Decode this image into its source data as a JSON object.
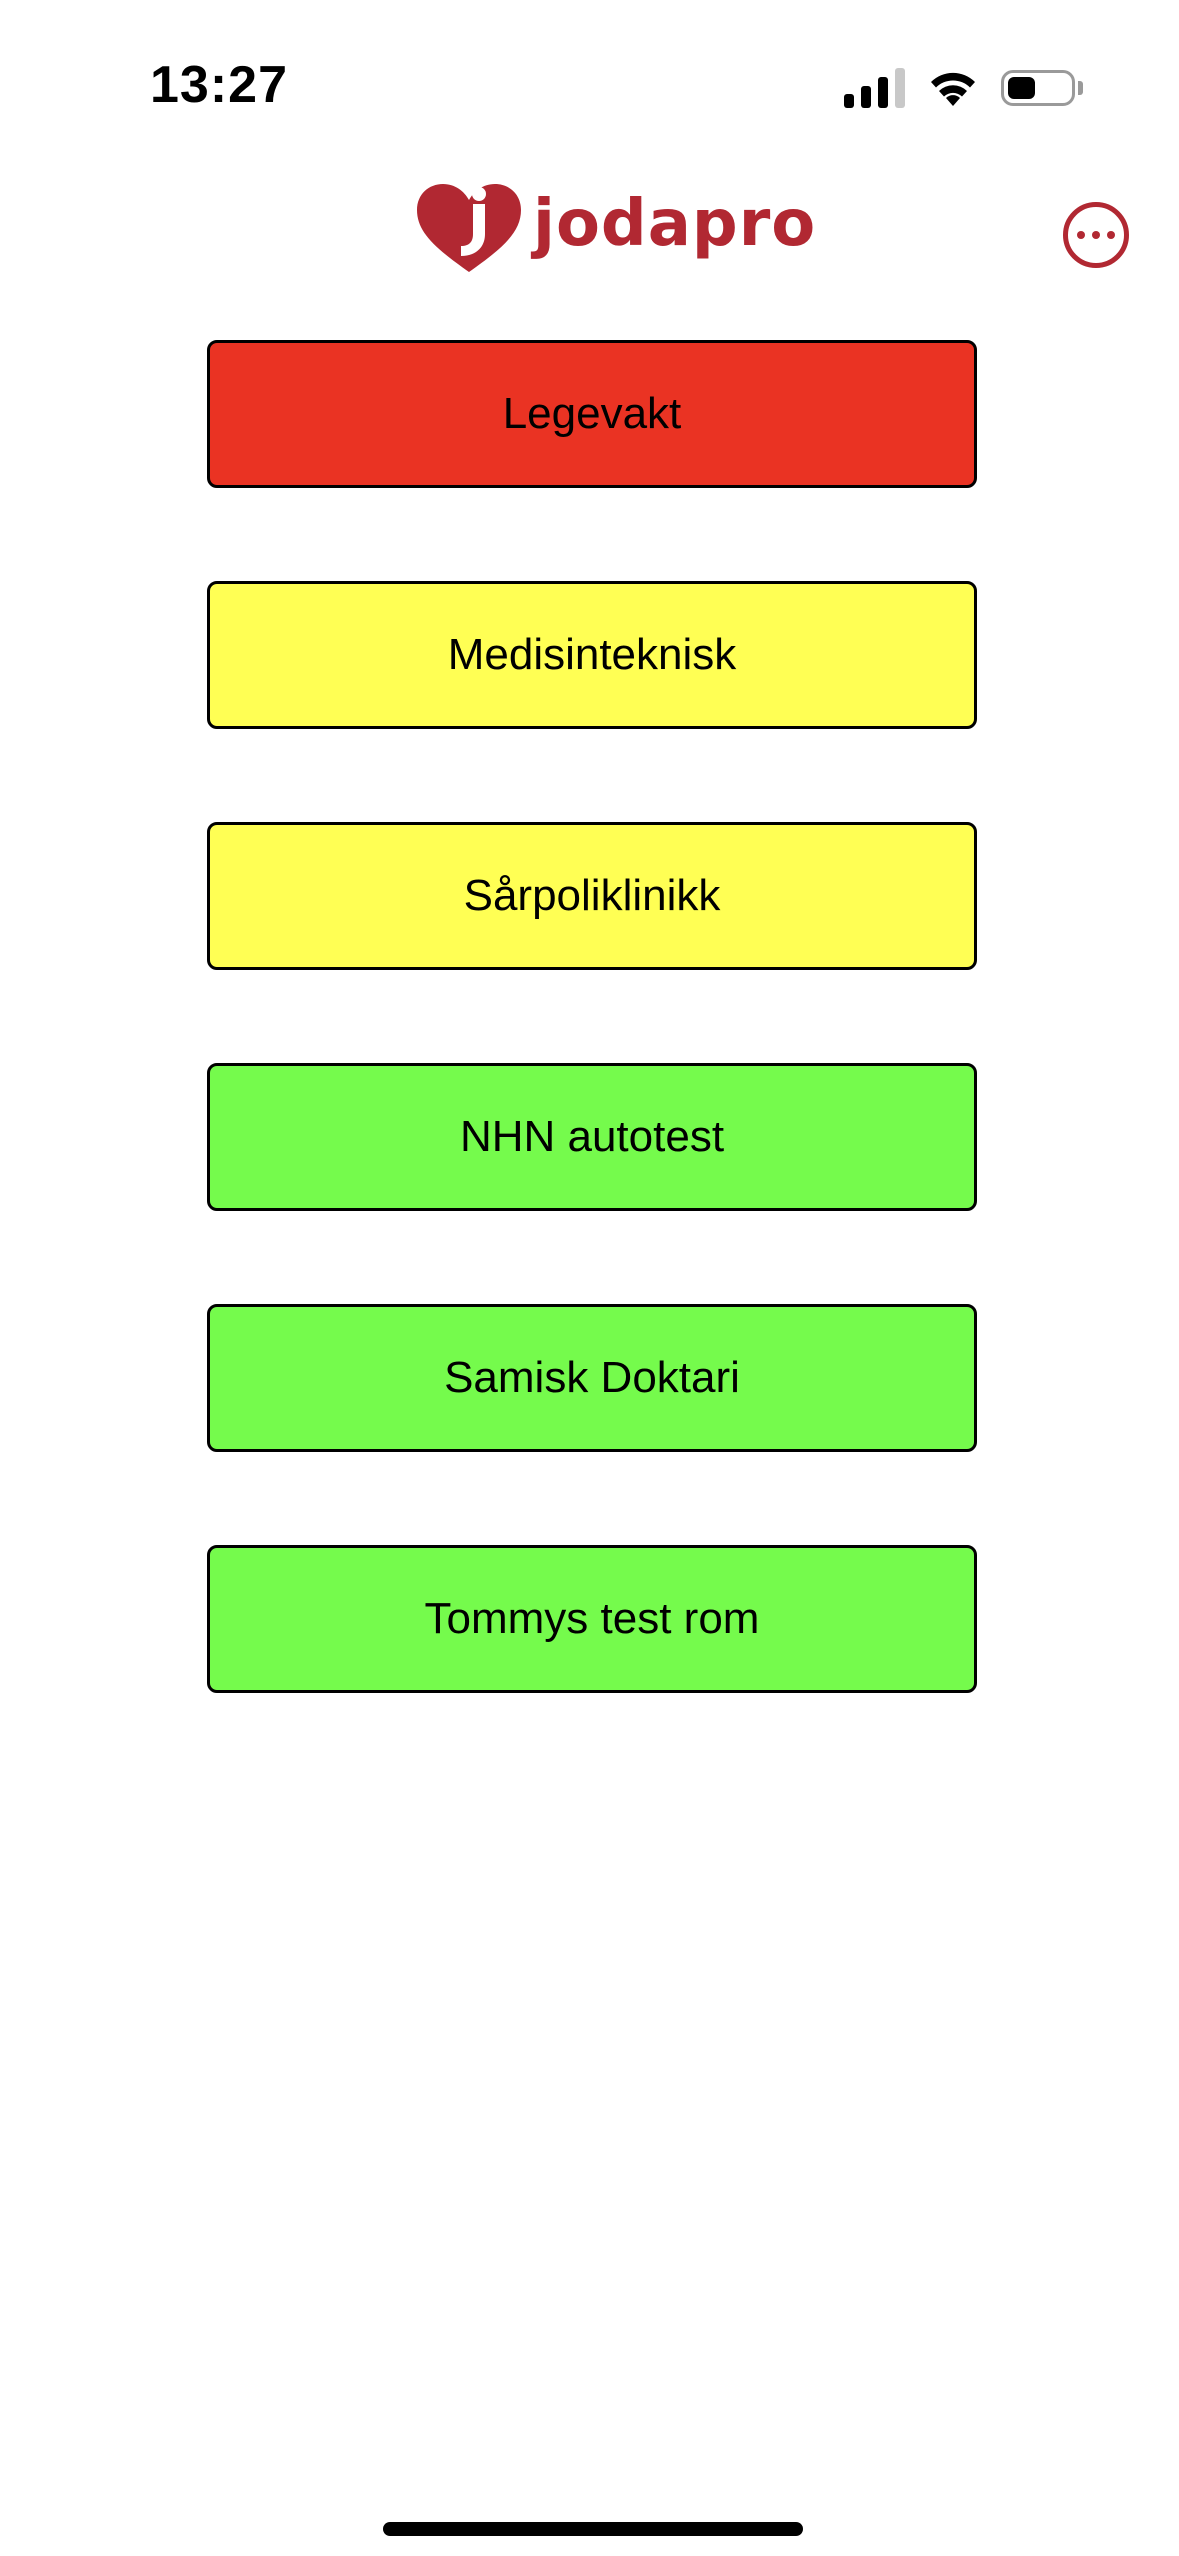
{
  "status_bar": {
    "time": "13:27",
    "icons": [
      "signal-icon",
      "wifi-icon",
      "battery-icon"
    ],
    "battery_level": 0.45
  },
  "header": {
    "logo_text": "jodapro",
    "brand_color": "#b12832",
    "menu_icon": "ellipsis-circle-icon"
  },
  "rooms": [
    {
      "label": "Legevakt",
      "status": "red",
      "color": "#ea3323"
    },
    {
      "label": "Medisinteknisk",
      "status": "yellow",
      "color": "#ffff54"
    },
    {
      "label": "Sårpoliklinikk",
      "status": "yellow",
      "color": "#ffff54"
    },
    {
      "label": "NHN autotest",
      "status": "green",
      "color": "#75fb4c"
    },
    {
      "label": "Samisk Doktari",
      "status": "green",
      "color": "#75fb4c"
    },
    {
      "label": "Tommys test rom",
      "status": "green",
      "color": "#75fb4c"
    }
  ]
}
